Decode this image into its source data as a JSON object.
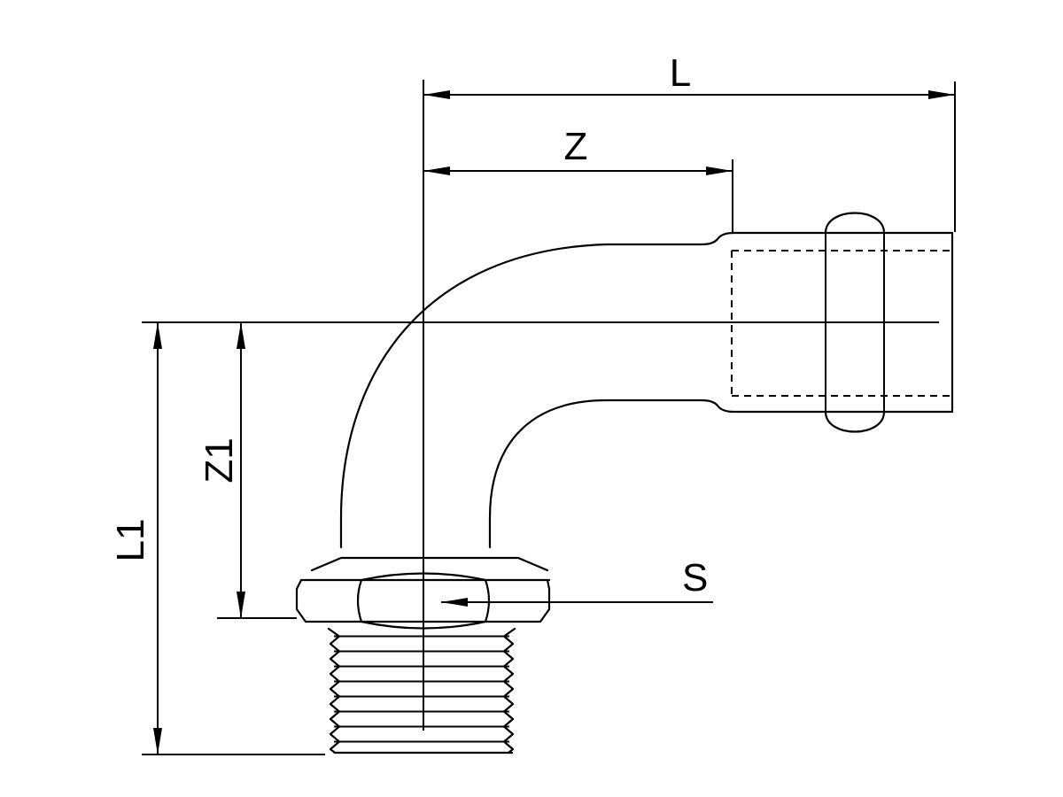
{
  "dimensions": {
    "L": "L",
    "Z": "Z",
    "L1": "L1",
    "Z1": "Z1",
    "S": "S"
  },
  "colors": {
    "line": "#000000",
    "background": "#ffffff"
  }
}
